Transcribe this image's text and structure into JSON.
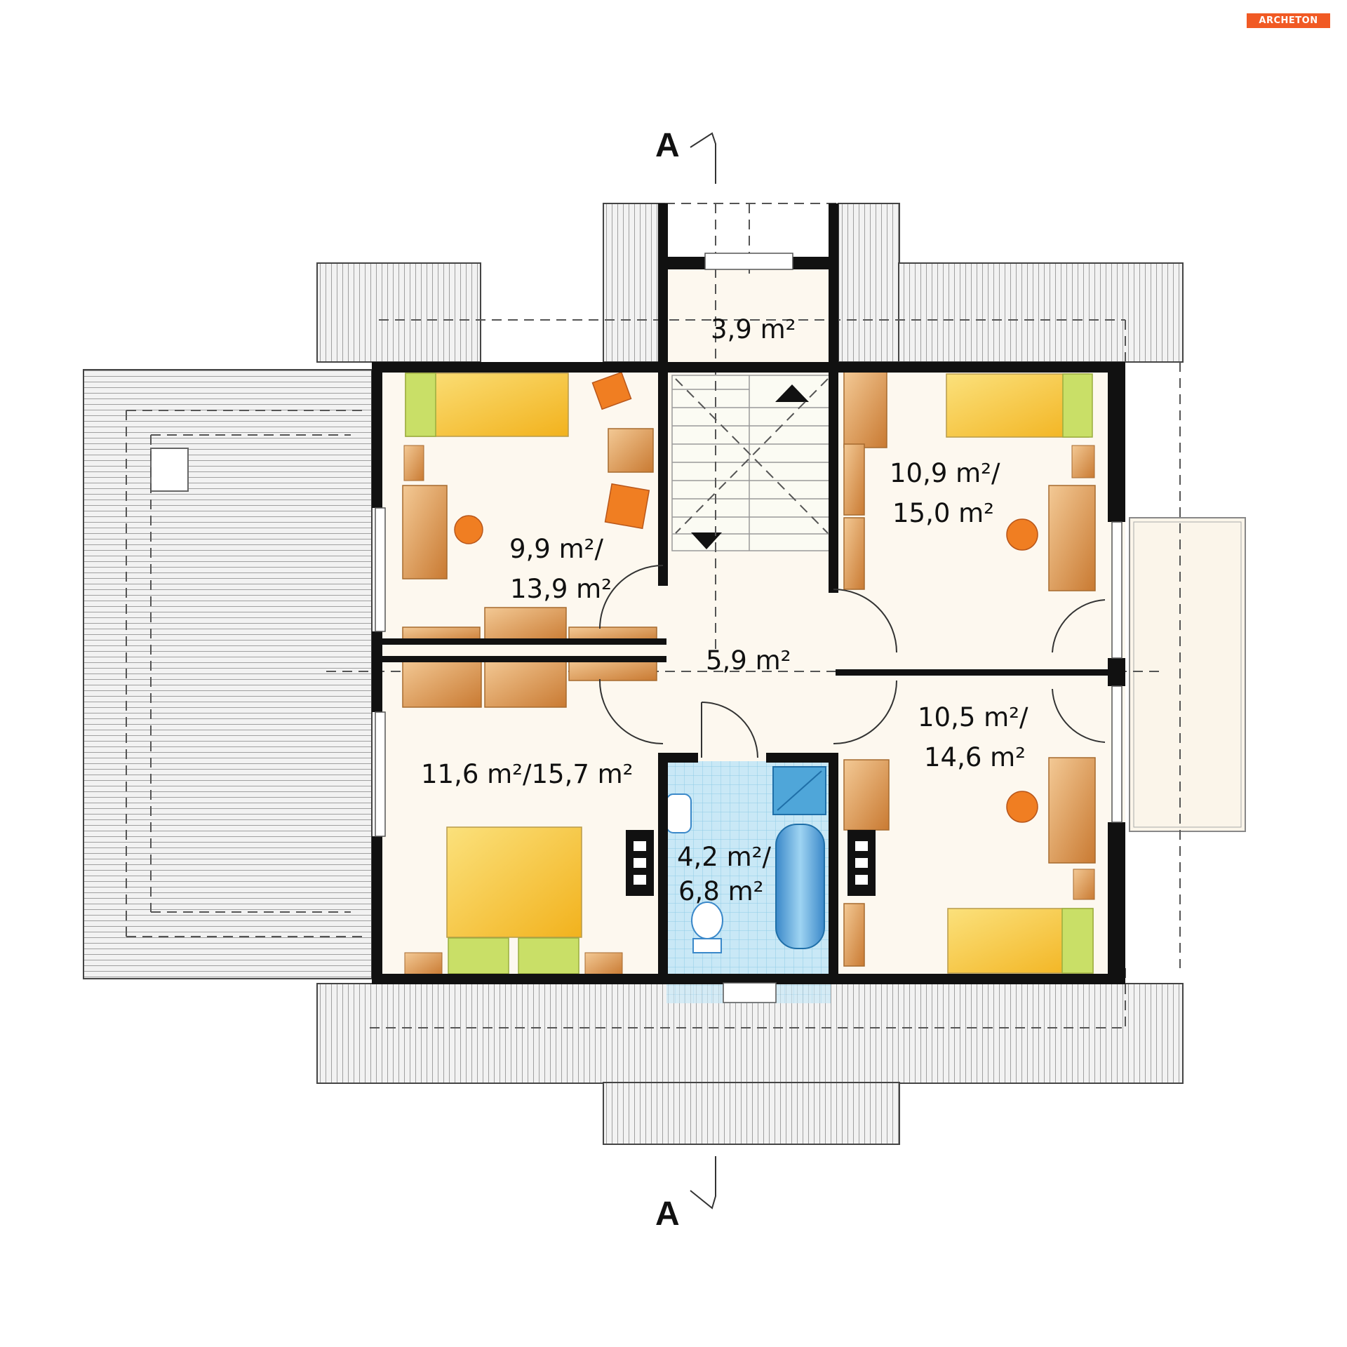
{
  "logo_text": "ARCHETON",
  "section_marks": {
    "top": "A",
    "bottom": "A"
  },
  "rooms": [
    {
      "id": "vestibule",
      "area": "3,9 m²"
    },
    {
      "id": "bedroom-nw",
      "area_1": "9,9 m²/",
      "area_2": "13,9 m²"
    },
    {
      "id": "bedroom-ne",
      "area_1": "10,9 m²/",
      "area_2": "15,0 m²"
    },
    {
      "id": "hall",
      "area": "5,9 m²"
    },
    {
      "id": "bedroom-sw",
      "area": "11,6 m²/15,7 m²"
    },
    {
      "id": "bathroom",
      "area_1": "4,2 m²/",
      "area_2": "6,8 m²"
    },
    {
      "id": "bedroom-se",
      "area_1": "10,5 m²/",
      "area_2": "14,6 m²"
    }
  ],
  "colors": {
    "wall": "#111111",
    "floor": "#fdf8ef",
    "roof": "#ececec",
    "tile": "#c9e8f6",
    "wood": "#d08a43",
    "bed": "#f6c43a",
    "pillow": "#c9df67",
    "chair": "#f07e22",
    "accent": "#f15a24"
  }
}
